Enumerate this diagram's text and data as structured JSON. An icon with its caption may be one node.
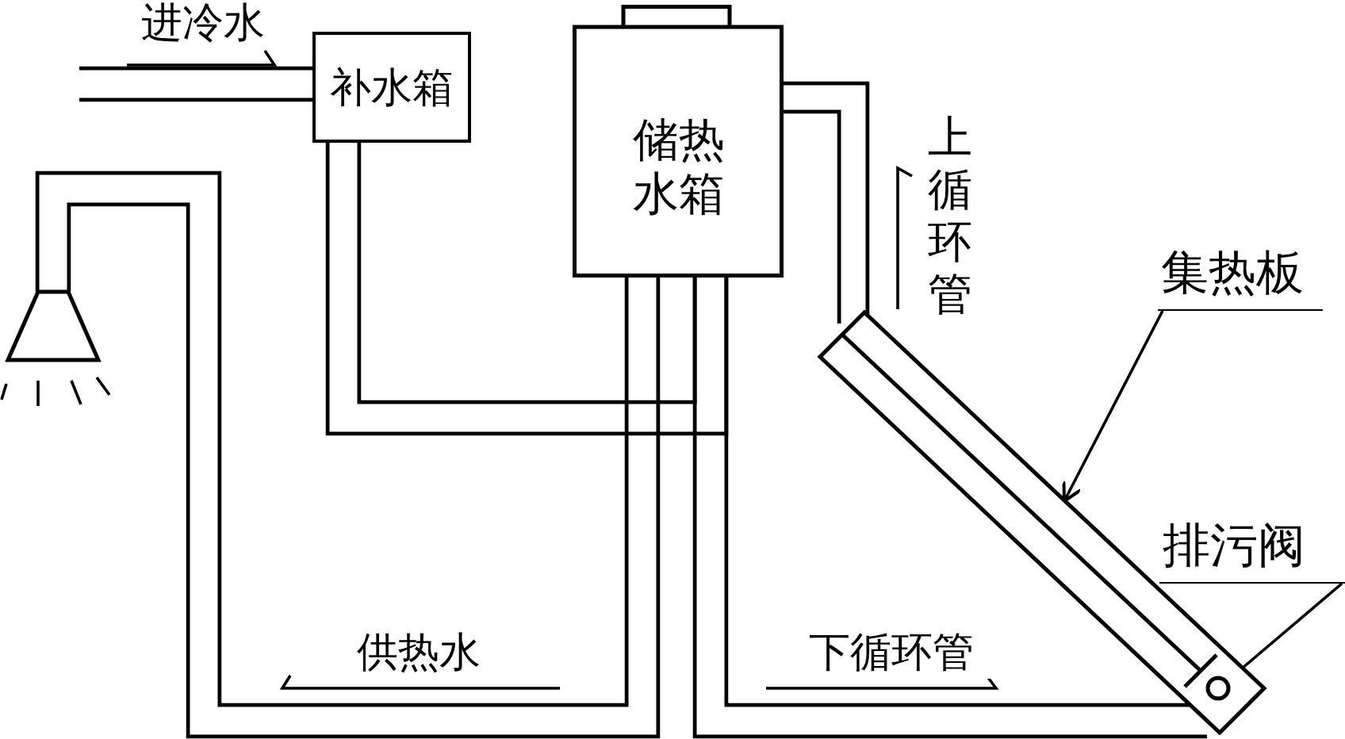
{
  "diagram": {
    "nodes": [
      {
        "text": [
          "补水箱"
        ]
      },
      {
        "text": [
          "储热水箱"
        ]
      },
      {
        "text": [],
        "shape": "shower"
      },
      {
        "text": [
          "集热板"
        ]
      },
      {
        "text": [],
        "shape": "bar"
      },
      {
        "text": [
          "排污阀"
        ]
      },
      {
        "text": [],
        "shape": "circle",
        "in": 4
      }
    ],
    "edges": [
      {
        "from": null,
        "to": 0,
        "arrow": "none",
        "label": "进冷水"
      },
      {
        "from": 0,
        "to": 1,
        "arrow": "none"
      },
      {
        "from": 1,
        "to": 2,
        "arrow": "none",
        "label": "供热水"
      },
      {
        "from": 1,
        "to": 4,
        "arrow": "none",
        "label": "上循环管"
      },
      {
        "from": 4,
        "to": 1,
        "arrow": "none",
        "label": "下循环管"
      },
      {
        "from": 3,
        "to": 4,
        "arrow": "to"
      },
      {
        "from": 5,
        "to": 6,
        "arrow": "to"
      }
    ]
  }
}
